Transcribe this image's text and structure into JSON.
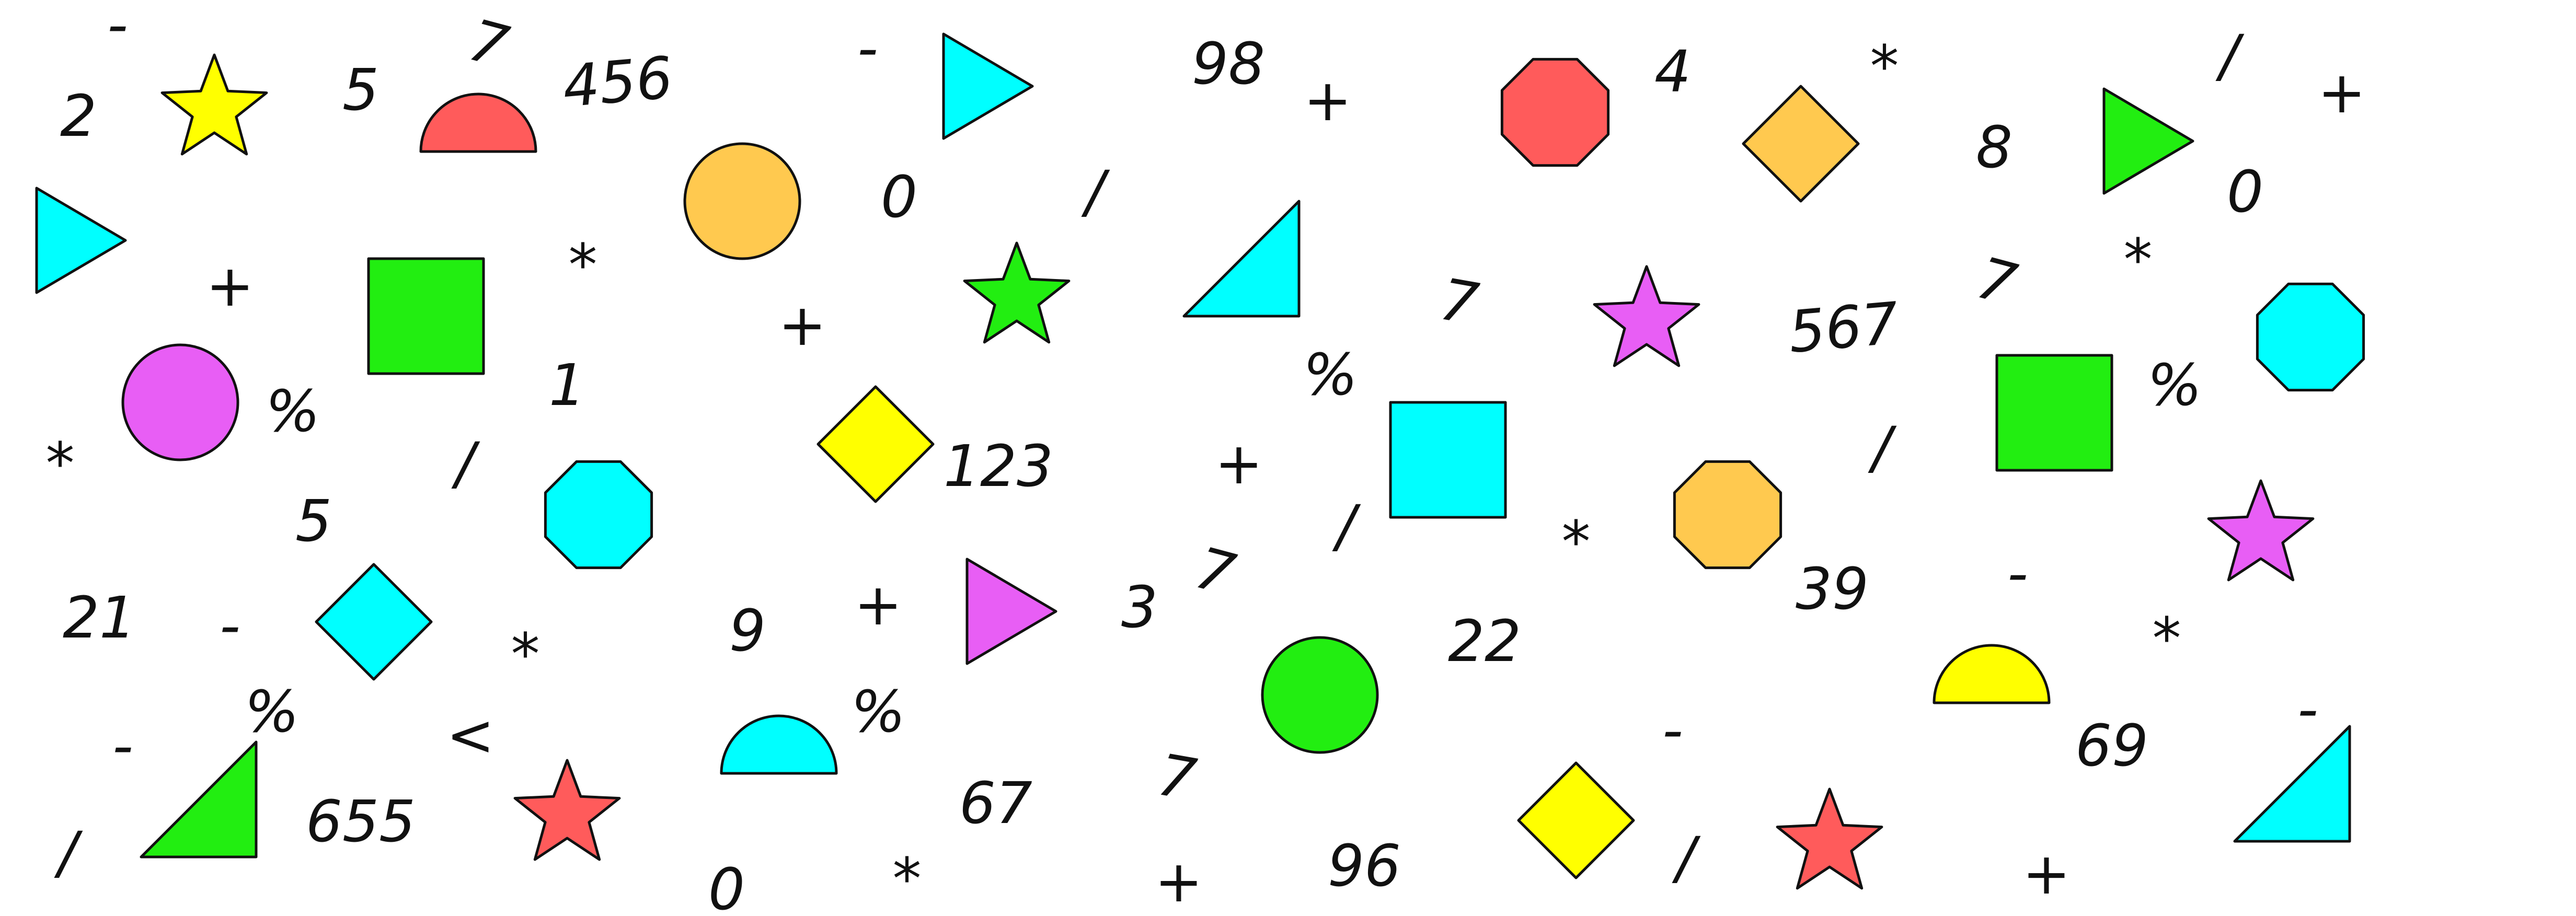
{
  "colors": {
    "red": "#FF5B5B",
    "orange": "#FFC94F",
    "yellow": "#FFFF00",
    "green": "#22EE11",
    "cyan": "#00FFFF",
    "magenta": "#E85EF5",
    "ink": "#111111"
  },
  "shapes": [
    {
      "name": "yellow-star",
      "type": "star",
      "color": "yellow"
    },
    {
      "name": "red-semicircle",
      "type": "semicircle",
      "color": "red"
    },
    {
      "name": "orange-circle",
      "type": "circle",
      "color": "orange"
    },
    {
      "name": "cyan-triangle-right",
      "type": "triangle-right",
      "color": "cyan"
    },
    {
      "name": "red-octagon",
      "type": "octagon",
      "color": "red"
    },
    {
      "name": "orange-diamond",
      "type": "diamond",
      "color": "orange"
    },
    {
      "name": "green-triangle-right",
      "type": "triangle-right",
      "color": "green"
    },
    {
      "name": "cyan-triangle-right-2",
      "type": "triangle-right",
      "color": "cyan"
    },
    {
      "name": "green-square",
      "type": "square",
      "color": "green"
    },
    {
      "name": "green-star",
      "type": "star",
      "color": "green"
    },
    {
      "name": "cyan-right-triangle",
      "type": "right-triangle",
      "color": "cyan"
    },
    {
      "name": "magenta-star",
      "type": "star",
      "color": "magenta"
    },
    {
      "name": "cyan-octagon",
      "type": "octagon",
      "color": "cyan"
    },
    {
      "name": "magenta-circle",
      "type": "circle",
      "color": "magenta"
    },
    {
      "name": "yellow-diamond",
      "type": "diamond",
      "color": "yellow"
    },
    {
      "name": "cyan-square",
      "type": "square",
      "color": "cyan"
    },
    {
      "name": "green-square-2",
      "type": "square",
      "color": "green"
    },
    {
      "name": "cyan-octagon-2",
      "type": "octagon",
      "color": "cyan"
    },
    {
      "name": "orange-octagon",
      "type": "octagon",
      "color": "orange"
    },
    {
      "name": "magenta-star-2",
      "type": "star",
      "color": "magenta"
    },
    {
      "name": "cyan-diamond",
      "type": "diamond",
      "color": "cyan"
    },
    {
      "name": "magenta-triangle-right",
      "type": "triangle-right",
      "color": "magenta"
    },
    {
      "name": "green-circle",
      "type": "circle",
      "color": "green"
    },
    {
      "name": "yellow-semicircle",
      "type": "semicircle",
      "color": "yellow"
    },
    {
      "name": "green-right-triangle",
      "type": "right-triangle",
      "color": "green"
    },
    {
      "name": "red-star",
      "type": "star",
      "color": "red"
    },
    {
      "name": "cyan-semicircle",
      "type": "semicircle",
      "color": "cyan"
    },
    {
      "name": "yellow-diamond-2",
      "type": "diamond",
      "color": "yellow"
    },
    {
      "name": "red-star-2",
      "type": "star",
      "color": "red"
    },
    {
      "name": "cyan-right-triangle-2",
      "type": "right-triangle",
      "color": "cyan"
    }
  ],
  "labels": [
    "-",
    "7",
    "456",
    "2",
    "5",
    "-",
    "98",
    "+",
    "4",
    "*",
    "/",
    "+",
    "8",
    "0",
    "0",
    "/",
    "+",
    "*",
    "7",
    "567",
    "7",
    "*",
    "+",
    "1",
    "%",
    "%",
    "*",
    "%",
    "/",
    "123",
    "+",
    "/",
    "/",
    "5",
    "*",
    "-",
    "21",
    "-",
    "9",
    "+",
    "3",
    "7",
    "22",
    "39",
    "*",
    "*",
    "%",
    "%",
    "-",
    "<",
    "-",
    "69",
    "-",
    "/",
    "655",
    "67",
    "7",
    "0",
    "*",
    "+",
    "96",
    "/",
    "+"
  ]
}
